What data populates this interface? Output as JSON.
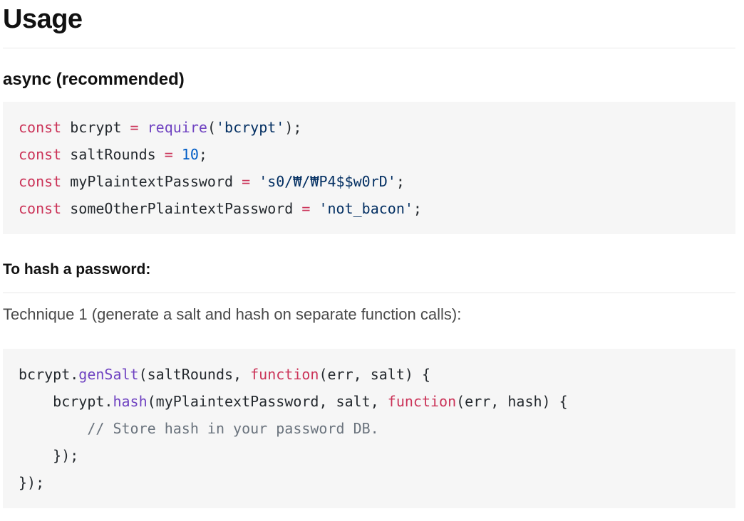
{
  "page": {
    "title": "Usage",
    "async_heading": "async (recommended)",
    "hash_heading": "To hash a password:",
    "technique1_text": "Technique 1 (generate a salt and hash on separate function calls):"
  },
  "colors": {
    "code_background": "#f6f6f6",
    "keyword": "#cb3358",
    "function_name": "#6f42c1",
    "string": "#032f62",
    "number": "#005cc5",
    "comment": "#6a737d",
    "code_text": "#24292e",
    "heading_text": "#111111",
    "paragraph_text": "#4a4a4a",
    "divider": "#e8e8e8"
  },
  "code_blocks": [
    {
      "name": "async-example",
      "lines": [
        [
          [
            "kw",
            "const"
          ],
          [
            "pl",
            " bcrypt "
          ],
          [
            "op",
            "="
          ],
          [
            "pl",
            " "
          ],
          [
            "fn",
            "require"
          ],
          [
            "pl",
            "("
          ],
          [
            "str",
            "'bcrypt'"
          ],
          [
            "pl",
            ");"
          ]
        ],
        [
          [
            "kw",
            "const"
          ],
          [
            "pl",
            " saltRounds "
          ],
          [
            "op",
            "="
          ],
          [
            "pl",
            " "
          ],
          [
            "num",
            "10"
          ],
          [
            "pl",
            ";"
          ]
        ],
        [
          [
            "kw",
            "const"
          ],
          [
            "pl",
            " myPlaintextPassword "
          ],
          [
            "op",
            "="
          ],
          [
            "pl",
            " "
          ],
          [
            "str",
            "'s0/₩/₩P4$$w0rD'"
          ],
          [
            "pl",
            ";"
          ]
        ],
        [
          [
            "kw",
            "const"
          ],
          [
            "pl",
            " someOtherPlaintextPassword "
          ],
          [
            "op",
            "="
          ],
          [
            "pl",
            " "
          ],
          [
            "str",
            "'not_bacon'"
          ],
          [
            "pl",
            ";"
          ]
        ]
      ]
    },
    {
      "name": "hash-technique-1",
      "lines": [
        [
          [
            "pl",
            "bcrypt."
          ],
          [
            "fn",
            "genSalt"
          ],
          [
            "pl",
            "(saltRounds, "
          ],
          [
            "kw",
            "function"
          ],
          [
            "pl",
            "(err, salt) {"
          ]
        ],
        [
          [
            "pl",
            "    bcrypt."
          ],
          [
            "fn",
            "hash"
          ],
          [
            "pl",
            "(myPlaintextPassword, salt, "
          ],
          [
            "kw",
            "function"
          ],
          [
            "pl",
            "(err, hash) {"
          ]
        ],
        [
          [
            "pl",
            "        "
          ],
          [
            "cm",
            "// Store hash in your password DB."
          ]
        ],
        [
          [
            "pl",
            "    });"
          ]
        ],
        [
          [
            "pl",
            "});"
          ]
        ]
      ]
    }
  ]
}
